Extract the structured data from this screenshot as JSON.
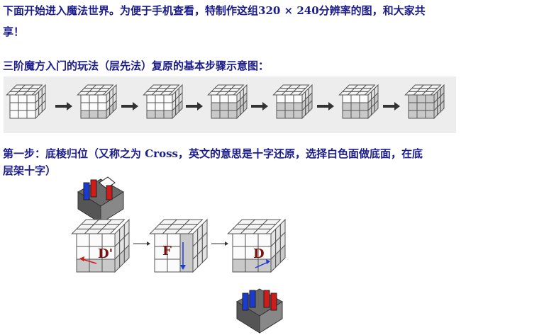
{
  "intro": {
    "line1": "下面开始进入魔法世界。为便于手机查看，特制作这组320 × 240分辨率的图，和大家共",
    "line2": "享！"
  },
  "section": {
    "title": "三阶魔方入门的玩法（层先法）复原的基本步骤示意图："
  },
  "step1": {
    "line1": "第一步：底棱归位（又称之为 Cross，英文的意思是十字还原，选择白色面做底面，在底",
    "line2": "层架十字）"
  },
  "moves": {
    "m1": "D'",
    "m2": "F",
    "m3": "D"
  },
  "colors": {
    "text": "#1b1b8a",
    "red": "#d21a1a",
    "blue": "#1a3ad2",
    "move_label": "#7a1010",
    "strip": "#ededed"
  }
}
